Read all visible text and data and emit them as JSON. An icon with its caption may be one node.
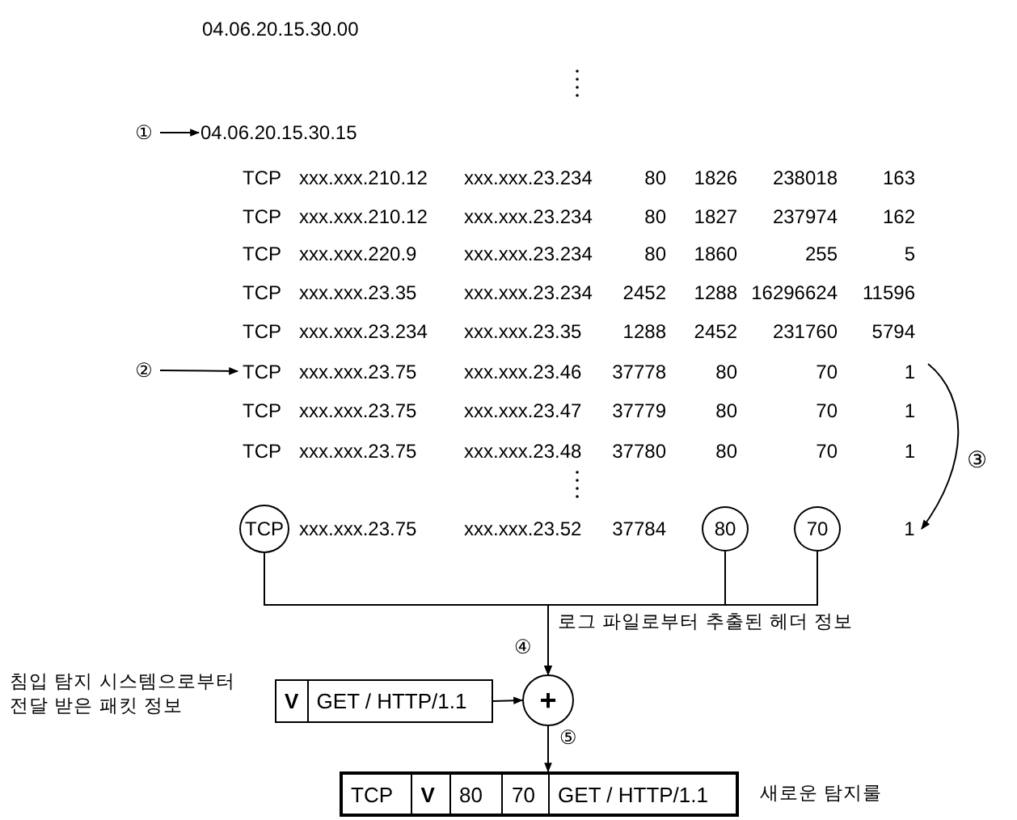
{
  "diagram": {
    "nodes": [
      {
        "text": [
          "①"
        ]
      },
      {
        "text": [
          "04.06.20.15.30.15"
        ]
      },
      {
        "text": [
          "②"
        ]
      },
      {
        "text": [
          "TCP",
          "xxx.xxx.23.75",
          "xxx.xxx.23.46",
          "37778",
          "80",
          "70",
          "1"
        ]
      },
      {
        "text": [
          "TCP"
        ]
      },
      {
        "text": [
          "80"
        ]
      },
      {
        "text": [
          "70"
        ]
      },
      {
        "text": [
          "1"
        ]
      },
      {
        "text": [
          "+"
        ]
      },
      {
        "text": [
          "V",
          "GET / HTTP/1.1"
        ],
        "beside": [
          "침입 탐지 시스템으로부터 전달 받은 패킷 정보"
        ]
      },
      {
        "text": [
          "TCP",
          "V",
          "80",
          "70",
          "GET / HTTP/1.1"
        ],
        "beside": [
          "새로운 탐지룰"
        ]
      }
    ],
    "edges": [
      {
        "from": 0,
        "to": 1,
        "arrow": "to"
      },
      {
        "from": 2,
        "to": 3,
        "arrow": "to"
      },
      {
        "from": 3,
        "to": 7,
        "arrow": "to",
        "label": "③"
      },
      {
        "from": 4,
        "to": 8,
        "arrow": "to",
        "label": "로그 파일로부터 추출된 헤더 정보"
      },
      {
        "from": 5,
        "to": 8,
        "arrow": "to"
      },
      {
        "from": 6,
        "to": 8,
        "arrow": "to"
      },
      {
        "from": 9,
        "to": 8,
        "arrow": "to"
      },
      {
        "from": 8,
        "to": 10,
        "arrow": "to"
      }
    ],
    "labels": [
      "04.06.20.15.30.00",
      "TCP",
      "xxx.xxx.210.12",
      "xxx.xxx.23.234",
      "80",
      "1826",
      "238018",
      "163",
      "TCP",
      "xxx.xxx.210.12",
      "xxx.xxx.23.234",
      "80",
      "1827",
      "237974",
      "162",
      "TCP",
      "xxx.xxx.220.9",
      "xxx.xxx.23.234",
      "80",
      "1860",
      "255",
      "5",
      "TCP",
      "xxx.xxx.23.35",
      "xxx.xxx.23.234",
      "2452",
      "1288",
      "16296624",
      "11596",
      "TCP",
      "xxx.xxx.23.234",
      "xxx.xxx.23.35",
      "1288",
      "2452",
      "231760",
      "5794",
      "TCP",
      "xxx.xxx.23.75",
      "xxx.xxx.23.47",
      "37779",
      "80",
      "70",
      "1",
      "TCP",
      "xxx.xxx.23.75",
      "xxx.xxx.23.48",
      "37780",
      "80",
      "70",
      "1",
      "xxx.xxx.23.75",
      "xxx.xxx.23.52",
      "37784",
      "④",
      "⑤"
    ]
  }
}
